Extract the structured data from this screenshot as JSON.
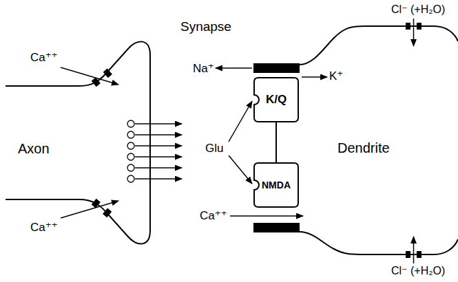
{
  "diagram": {
    "nodes": [
      {
        "text": [
          "K/Q"
        ]
      },
      {
        "text": [
          "NMDA"
        ]
      }
    ],
    "edges": [
      {
        "from": 0,
        "to": 1,
        "arrow": "none"
      }
    ],
    "labels": [
      "Synapse",
      "Ca⁺⁺",
      "Cl⁻ (+H₂O)",
      "Na⁺",
      "K⁺",
      "Axon",
      "Glu",
      "Dendrite",
      "Ca⁺⁺",
      "Ca⁺⁺",
      "Cl⁻ (+H₂O)"
    ]
  }
}
